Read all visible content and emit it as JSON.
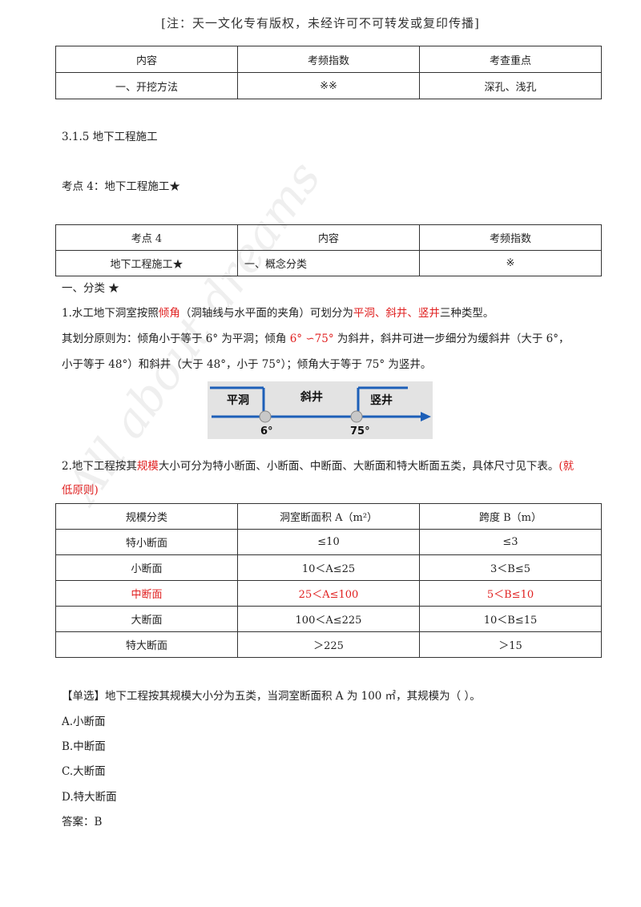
{
  "notice": "[注：天一文化专有版权，未经许可不可转发或复印传播]",
  "watermark": "All about dreams",
  "table1": {
    "headers": [
      "内容",
      "考频指数",
      "考查重点"
    ],
    "row": [
      "一、开挖方法",
      "※※",
      "深孔、浅孔"
    ]
  },
  "section_title": "3.1.5 地下工程施工",
  "kaodian_title": "考点 4：地下工程施工★",
  "table2": {
    "headers": [
      "考点 4",
      "内容",
      "考频指数"
    ],
    "row": [
      "地下工程施工★",
      "一、概念分类",
      "※"
    ]
  },
  "heading_fenlei": "一、分类 ★",
  "p1": {
    "a": "1.水工地下洞室按照",
    "b": "倾角",
    "c": "（洞轴线与水平面的夹角）可划分为",
    "d": "平洞、斜井、竖井",
    "e": "三种类型。"
  },
  "p2": {
    "a": "其划分原则为：倾角小于等于 6° 为平洞；倾角 ",
    "b": "6° ∽75°",
    "c": " 为斜井，斜井可进一步细分为缓斜井（大于 6°，"
  },
  "p3": "小于等于 48°）和斜井（大于 48°，小于 75°）；倾角大于等于 75° 为竖井。",
  "diagram": {
    "label_pingdong": "平洞",
    "label_xiejing": "斜井",
    "label_shujing": "竖井",
    "angle_6": "6°",
    "angle_75": "75°"
  },
  "p4": {
    "a": "2.地下工程按其",
    "b": "规模",
    "c": "大小可分为特小断面、小断面、中断面、大断面和特大断面五类，具体尺寸见下表。",
    "d": "(就",
    "e": "低原则)"
  },
  "table3": {
    "headers": [
      "规模分类",
      "洞室断面积 A（m²）",
      "跨度 B（m）"
    ],
    "rows": [
      [
        "特小断面",
        "≤10",
        "≤3"
      ],
      [
        "小断面",
        "10＜A≤25",
        "3＜B≤5"
      ],
      [
        "中断面",
        "25＜A≤100",
        "5＜B≤10"
      ],
      [
        "大断面",
        "100＜A≤225",
        "10＜B≤15"
      ],
      [
        "特大断面",
        "＞225",
        "＞15"
      ]
    ]
  },
  "question": "【单选】地下工程按其规模大小分为五类，当洞室断面积 A 为 100 ㎡，其规模为（    ）。",
  "options": [
    "A.小断面",
    "B.中断面",
    "C.大断面",
    "D.特大断面"
  ],
  "answer": "答案：B"
}
